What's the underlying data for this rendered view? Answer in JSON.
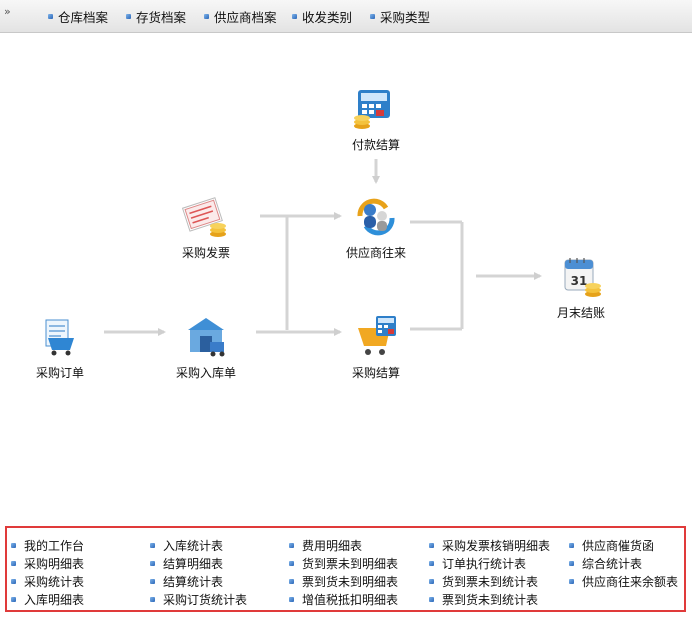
{
  "toolbar": {
    "chevron": "»",
    "items": [
      {
        "label": "仓库档案"
      },
      {
        "label": "存货档案"
      },
      {
        "label": "供应商档案"
      },
      {
        "label": "收发类别"
      },
      {
        "label": "采购类型"
      }
    ]
  },
  "flow": {
    "nodes": {
      "payment": {
        "label": "付款结算",
        "icon": "payment-calculator-icon"
      },
      "invoice": {
        "label": "采购发票",
        "icon": "invoice-documents-icon"
      },
      "supplier_account": {
        "label": "供应商往来",
        "icon": "supplier-exchange-icon"
      },
      "month_end": {
        "label": "月末结账",
        "icon": "calendar-icon"
      },
      "order": {
        "label": "采购订单",
        "icon": "purchase-order-icon"
      },
      "stock_in": {
        "label": "采购入库单",
        "icon": "warehouse-icon"
      },
      "settlement": {
        "label": "采购结算",
        "icon": "shopping-cart-calculator-icon"
      }
    }
  },
  "reports": {
    "columns": [
      [
        "我的工作台",
        "采购明细表",
        "采购统计表",
        "入库明细表"
      ],
      [
        "入库统计表",
        "结算明细表",
        "结算统计表",
        "采购订货统计表"
      ],
      [
        "费用明细表",
        "货到票未到明细表",
        "票到货未到明细表",
        "增值税抵扣明细表"
      ],
      [
        "采购发票核销明细表",
        "订单执行统计表",
        "货到票未到统计表",
        "票到货未到统计表"
      ],
      [
        "供应商催货函",
        "综合统计表",
        "供应商往来余额表"
      ]
    ]
  },
  "colors": {
    "highlight_border": "#e03a3a",
    "bullet": "#2a66b8",
    "arrow": "#cfcfcf"
  }
}
